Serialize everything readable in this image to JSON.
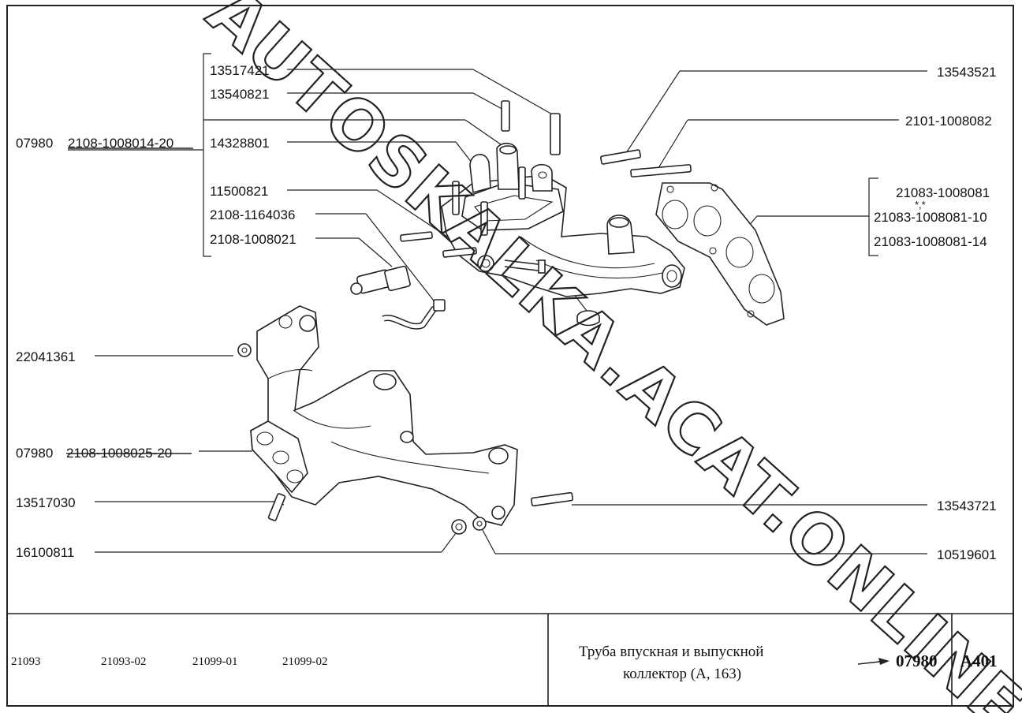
{
  "labels": {
    "p13517421": "13517421",
    "p13540821": "13540821",
    "p07980a": "07980",
    "p21081008014": "2108-1008014-20",
    "p14328801": "14328801",
    "p11500821": "11500821",
    "p21081164036": "2108-1164036",
    "p21081008021": "2108-1008021",
    "p13543521": "13543521",
    "p21011008082": "2101-1008082",
    "p210831008081": "21083-1008081",
    "p21083100808110": "21083-1008081-10",
    "p21083100808114": "21083-1008081-14",
    "p22041361": "22041361",
    "p07980b": "07980",
    "p21081008025": "2108-1008025-20",
    "p13517030": "13517030",
    "p16100811": "16100811",
    "p13543721": "13543721",
    "p10519601": "10519601"
  },
  "stars": "*,*",
  "models": [
    "21093",
    "21093-02",
    "21099-01",
    "21099-02"
  ],
  "title_block": {
    "line1": "Труба впускная и выпускной",
    "line2": "коллектор (А, 163)",
    "arrow_code": "07980",
    "sheet": "А401"
  },
  "watermark": "AUTOSKALKA.ACAT.ONLINE",
  "icons": {
    "intake-manifold": "intake-manifold-icon",
    "exhaust-manifold": "exhaust-manifold-icon",
    "gasket": "gasket-icon",
    "stud": "stud-icon",
    "nut": "nut-icon",
    "washer": "washer-icon",
    "hose-fitting": "hose-fitting-icon",
    "tube": "tube-icon",
    "plug": "plug-icon"
  }
}
